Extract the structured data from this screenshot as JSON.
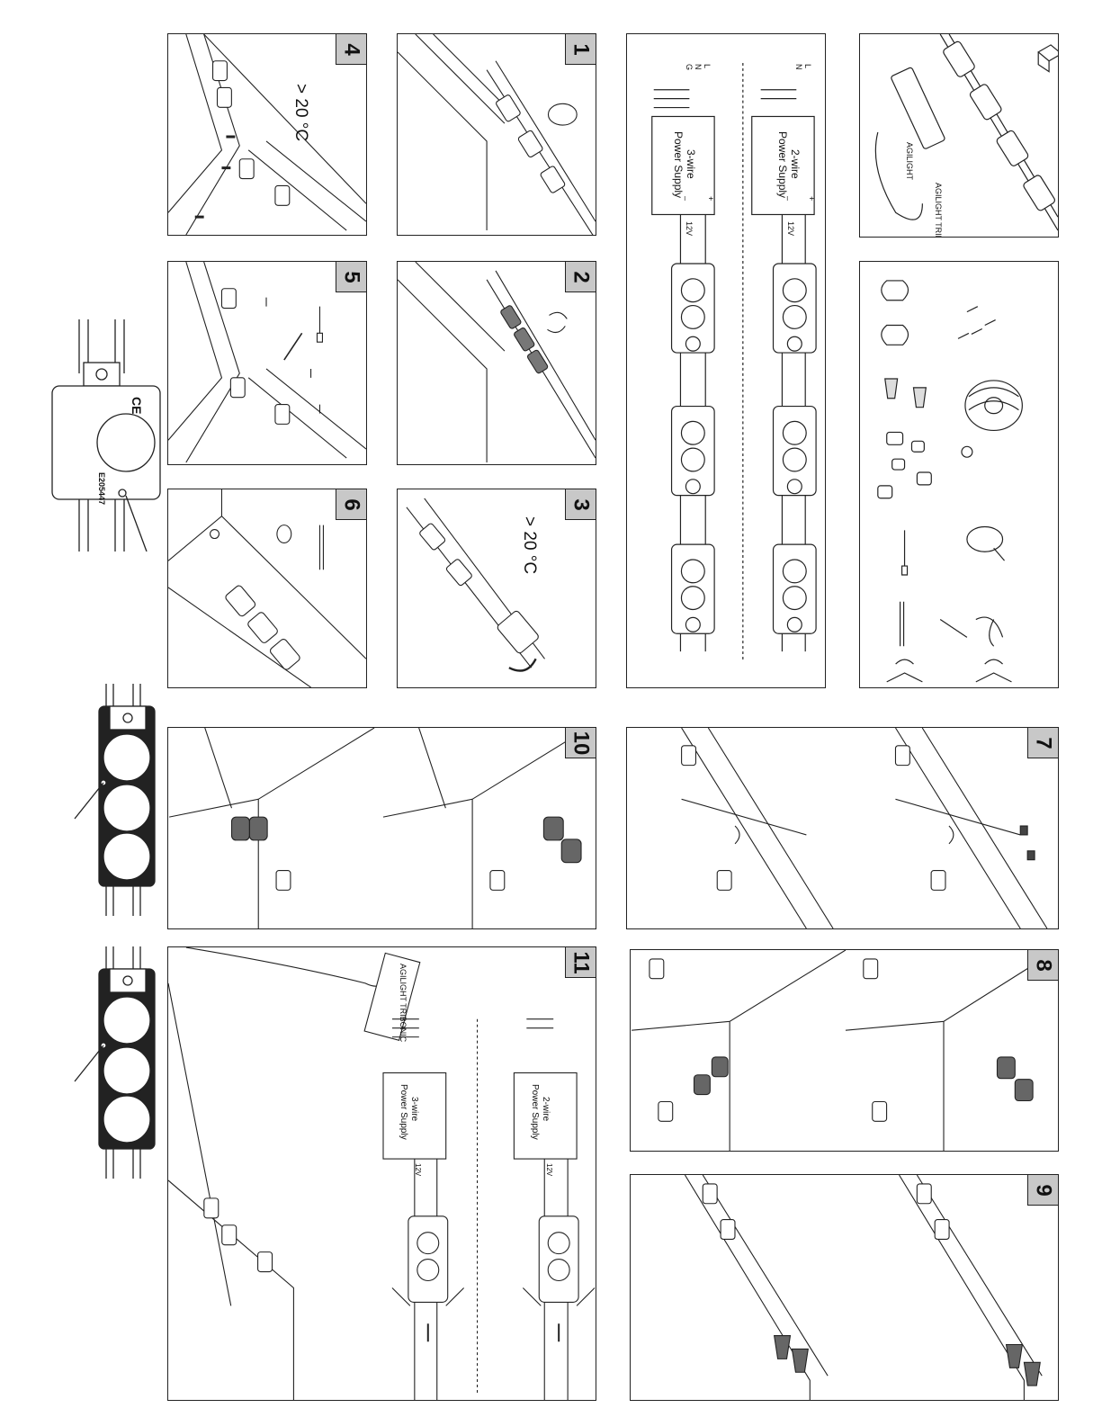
{
  "steps": {
    "s1": "1",
    "s2": "2",
    "s3": "3",
    "s4": "4",
    "s5": "5",
    "s6": "6",
    "s7": "7",
    "s8": "8",
    "s9": "9",
    "s10": "10",
    "s11": "11"
  },
  "temperature": "> 20 °C",
  "wiring": {
    "three_wire_title": "3-wire",
    "two_wire_title": "2-wire",
    "power_supply": "Power Supply",
    "voltage": "12V",
    "L": "L",
    "N": "N",
    "G": "G",
    "plus": "+",
    "minus": "–"
  },
  "brand": {
    "label1": "AGILIGHT",
    "label2": "AGILIGHT TRIBONIC"
  },
  "module": {
    "ce": "CE",
    "ul_code": "E205447"
  }
}
